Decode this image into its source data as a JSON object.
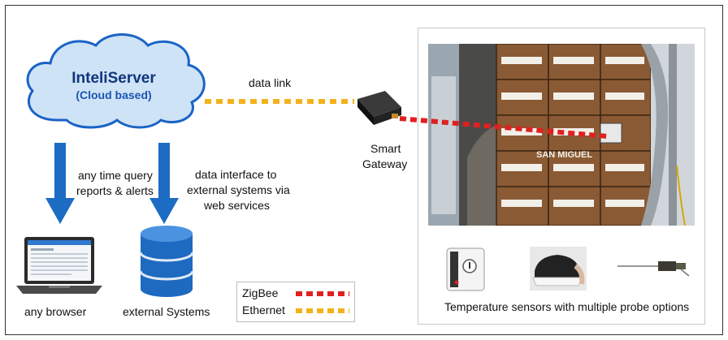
{
  "cloud": {
    "title": "InteliServer",
    "subtitle": "(Cloud based)"
  },
  "links": {
    "data_link": "data link",
    "query_line1": "any time query",
    "query_line2": "reports & alerts",
    "interface_line1": "data interface to",
    "interface_line2": "external systems via",
    "interface_line3": "web services"
  },
  "gateway": {
    "line1": "Smart",
    "line2": "Gateway"
  },
  "endpoints": {
    "browser": "any browser",
    "systems": "external Systems"
  },
  "legend": {
    "items": [
      {
        "label": "ZigBee",
        "color": "#e02020"
      },
      {
        "label": "Ethernet",
        "color": "#f2b21c"
      }
    ]
  },
  "photo": {
    "box_brand": "SAN MIGUEL"
  },
  "sensors": {
    "caption": "Temperature sensors with multiple probe options"
  },
  "colors": {
    "cloud_fill": "#cfe3f7",
    "cloud_stroke": "#1a63c6",
    "arrow": "#1c6cc4",
    "title": "#10357a"
  }
}
